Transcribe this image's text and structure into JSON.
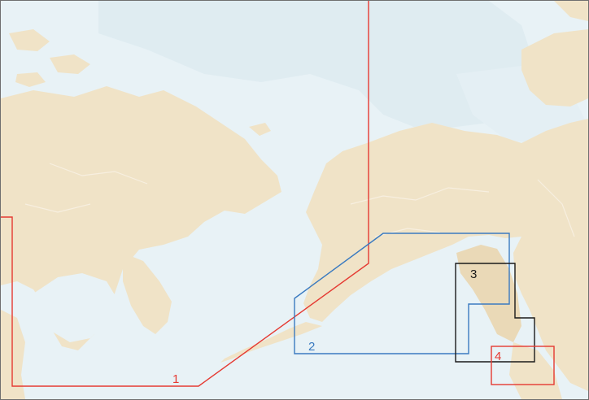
{
  "colors": {
    "ocean": "#e8f2f6",
    "sea_ice": "#dbe9ef",
    "land": "#f0e3c7",
    "land_shade": "#e8d6b0",
    "rivers": "#f7efe0",
    "region_1": "#e53a32",
    "region_2": "#3a7ac0",
    "region_3": "#1a1a1a",
    "region_4": "#e53a32"
  },
  "regions": [
    {
      "label": "1",
      "color": "#e53a32"
    },
    {
      "label": "2",
      "color": "#3a7ac0"
    },
    {
      "label": "3",
      "color": "#1a1a1a"
    },
    {
      "label": "4",
      "color": "#e53a32"
    }
  ]
}
